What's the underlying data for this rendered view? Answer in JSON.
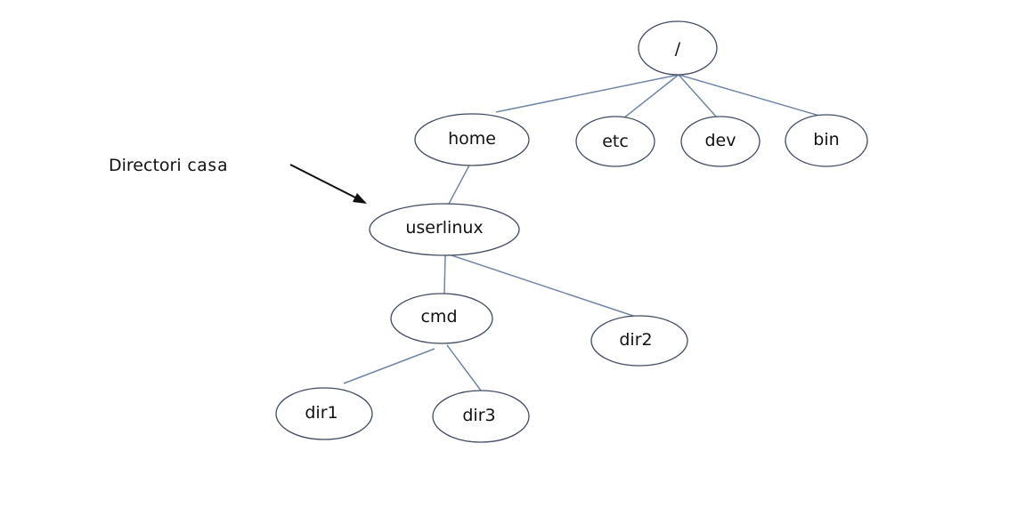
{
  "nodes": {
    "root": {
      "label": "/"
    },
    "home": {
      "label": "home"
    },
    "etc": {
      "label": "etc"
    },
    "dev": {
      "label": "dev"
    },
    "bin": {
      "label": "bin"
    },
    "userlinux": {
      "label": "userlinux"
    },
    "cmd": {
      "label": "cmd"
    },
    "dir2": {
      "label": "dir2"
    },
    "dir1": {
      "label": "dir1"
    },
    "dir3": {
      "label": "dir3"
    }
  },
  "annotation": {
    "label_part1": "Directori ",
    "label_part2": "casa",
    "points_to": "userlinux"
  },
  "colors": {
    "edge": "#6f86a8",
    "node_stroke": "#3f4a63",
    "arrow": "#111111",
    "background": "#ffffff"
  }
}
